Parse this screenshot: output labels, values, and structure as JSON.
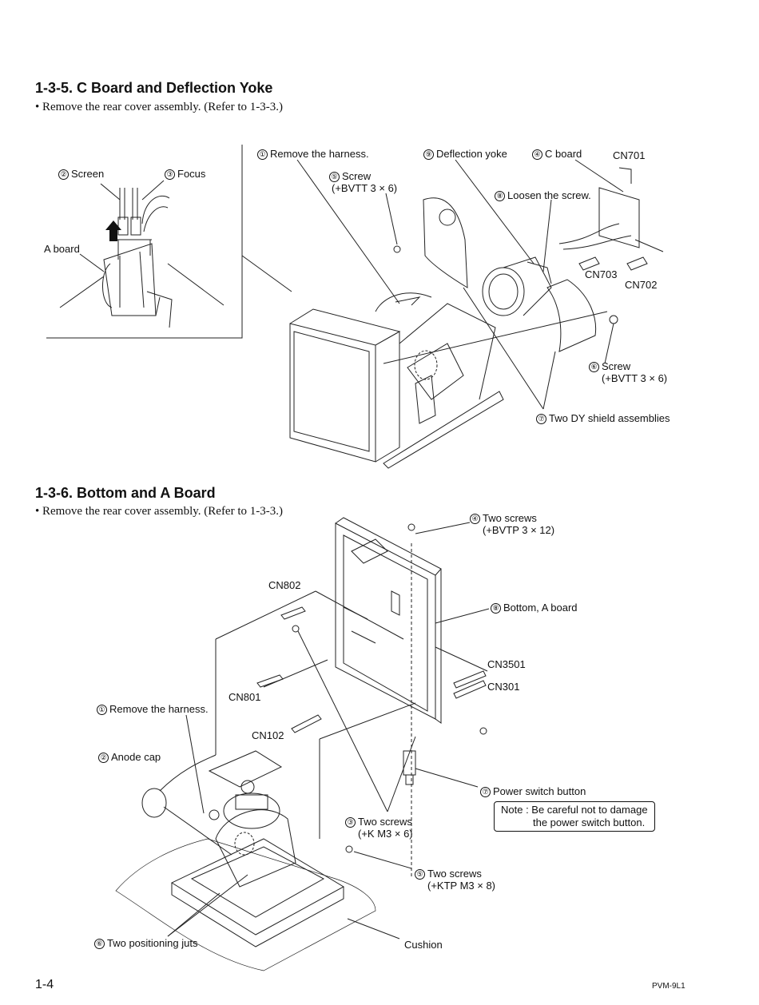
{
  "section1": {
    "title": "1-3-5.  C Board and Deflection Yoke",
    "instruction": "• Remove the rear cover assembly. (Refer to 1-3-3.)",
    "callouts": [
      {
        "num": "①",
        "text": "Remove the harness."
      },
      {
        "num": "⑨",
        "text": "Deflection yoke"
      },
      {
        "num": "④",
        "text": "C board"
      },
      {
        "num": "⑤",
        "text": "Screw",
        "sub": "(+BVTT 3 × 6)"
      },
      {
        "num": "⑧",
        "text": "Loosen the screw."
      },
      {
        "num": "⑥",
        "text": "Screw",
        "sub": "(+BVTT 3 × 6)"
      },
      {
        "num": "⑦",
        "text": "Two DY shield assemblies"
      }
    ],
    "inset": {
      "screen": {
        "num": "②",
        "text": "Screen"
      },
      "focus": {
        "num": "③",
        "text": "Focus"
      },
      "a_board": "A board"
    },
    "connectors": [
      "CN701",
      "CN703",
      "CN702"
    ]
  },
  "section2": {
    "title": "1-3-6.  Bottom and A Board",
    "instruction": "• Remove the rear cover assembly. (Refer to 1-3-3.)",
    "callouts": [
      {
        "num": "④",
        "text": "Two screws",
        "sub": "(+BVTP  3 × 12)"
      },
      {
        "num": "⑧",
        "text": "Bottom, A board"
      },
      {
        "num": "①",
        "text": "Remove the harness."
      },
      {
        "num": "②",
        "text": "Anode cap"
      },
      {
        "num": "⑦",
        "text": "Power switch button"
      },
      {
        "num": "③",
        "text": "Two screws",
        "sub": "(+K  M3 × 6)"
      },
      {
        "num": "⑤",
        "text": "Two screws",
        "sub": "(+KTP  M3 × 8)"
      },
      {
        "num": "⑥",
        "text": "Two positioning juts"
      }
    ],
    "connectors": [
      "CN802",
      "CN3501",
      "CN301",
      "CN801",
      "CN102"
    ],
    "cushion": "Cushion",
    "note": {
      "line1": "Note : Be careful not to damage",
      "line2": "the power switch button."
    }
  },
  "footer": {
    "page": "1-4",
    "model": "PVM-9L1"
  }
}
